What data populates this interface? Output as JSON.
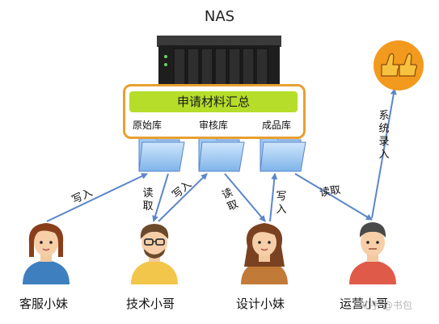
{
  "title": "NAS",
  "banner": "申请材料汇总",
  "libraries": [
    "原始库",
    "审核库",
    "成品库"
  ],
  "people": [
    "客服小妹",
    "技术小哥",
    "设计小妹",
    "运营小哥"
  ],
  "edges": {
    "write1": "写入",
    "read1": "读取",
    "write2": "写入",
    "read2": "读取",
    "write3": "写入",
    "read3": "读取",
    "system_entry": "系统录入"
  },
  "watermark": "知乎 @书包",
  "colors": {
    "arrow": "#5b86c9",
    "banner": "#b5dd2a",
    "box_border": "#e8a030",
    "thumb_circle": "#f29a1e"
  }
}
